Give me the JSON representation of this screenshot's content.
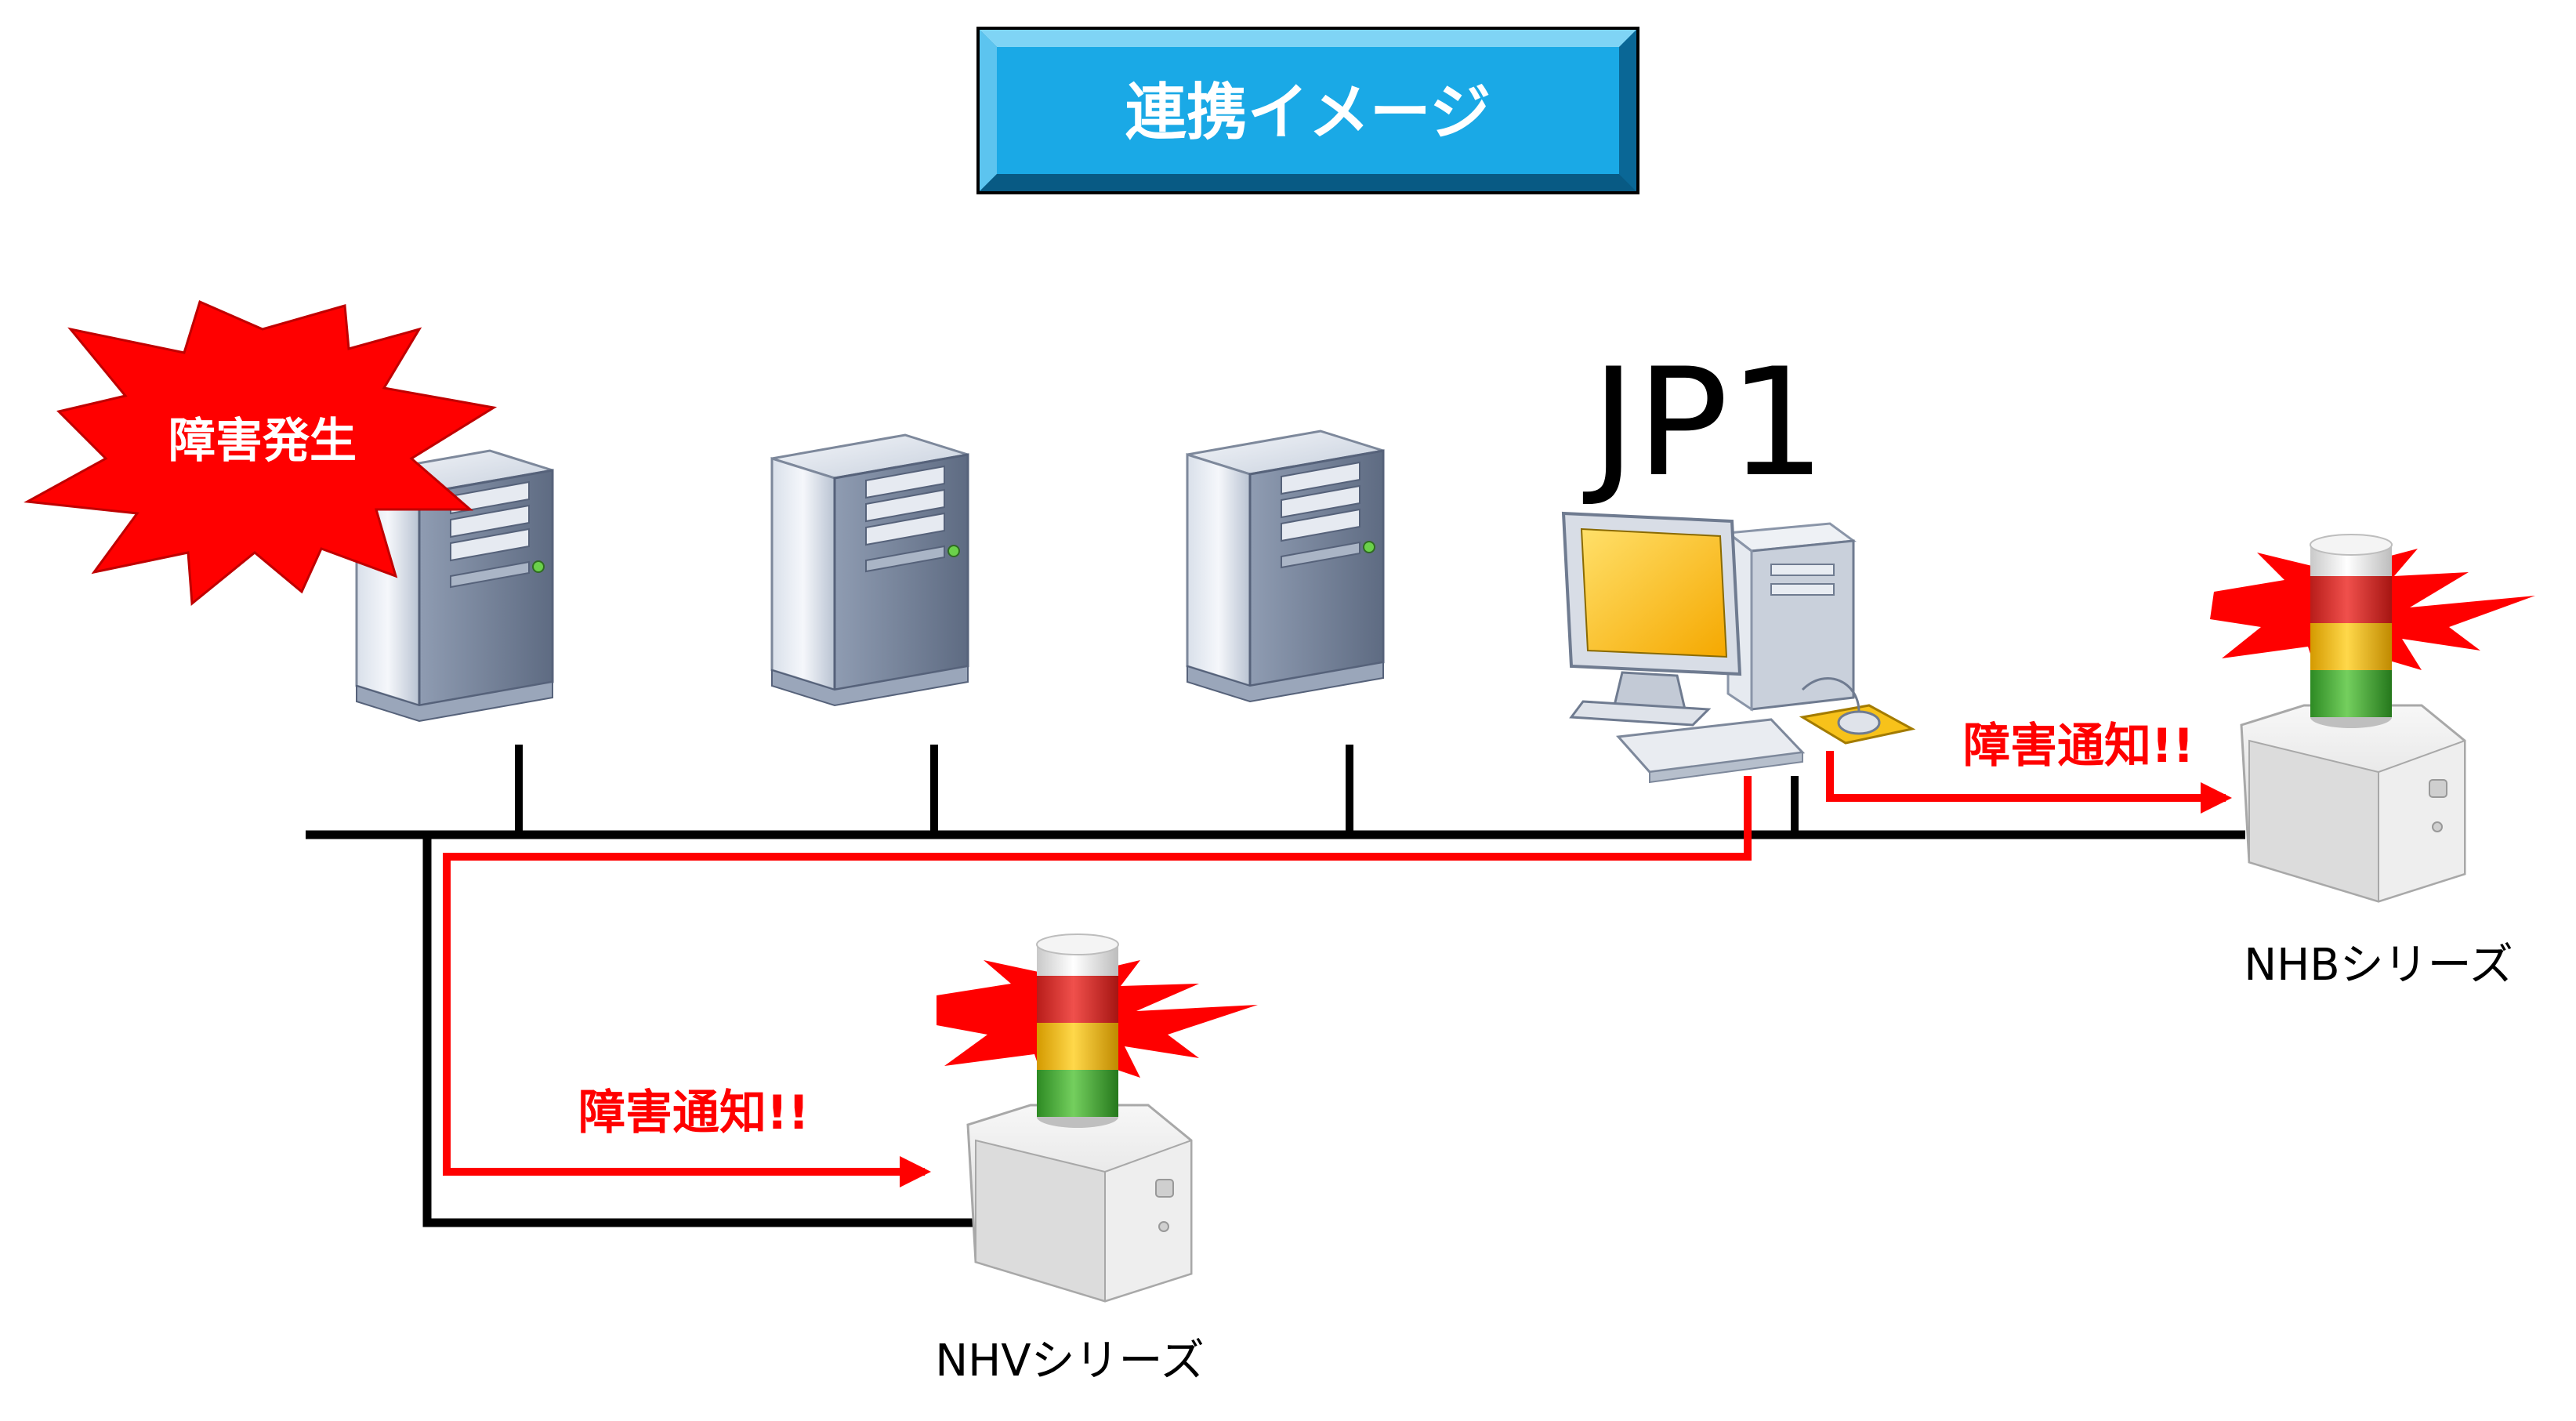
{
  "title": {
    "text": "連携イメージ"
  },
  "burst": {
    "text": "障害発生"
  },
  "jp1": {
    "label": "JP1"
  },
  "notifications": {
    "nhb": "障害通知!!",
    "nhv": "障害通知!!"
  },
  "devices": {
    "nhb": {
      "label": "NHBシリーズ"
    },
    "nhv": {
      "label": "NHVシリーズ"
    }
  },
  "colors": {
    "title_fill": "#1aa9e6",
    "burst_fill": "#ff0000",
    "alert_red": "#ff0000",
    "network_line": "#000000",
    "lamp_red": "#e8322e",
    "lamp_yellow": "#f2c21a",
    "lamp_green": "#4bb13c",
    "monitor_screen": "#ffc20a"
  },
  "icons": [
    "server-tower-icon",
    "desktop-computer-icon",
    "signal-tower-lamp-icon",
    "explosion-burst-icon"
  ]
}
